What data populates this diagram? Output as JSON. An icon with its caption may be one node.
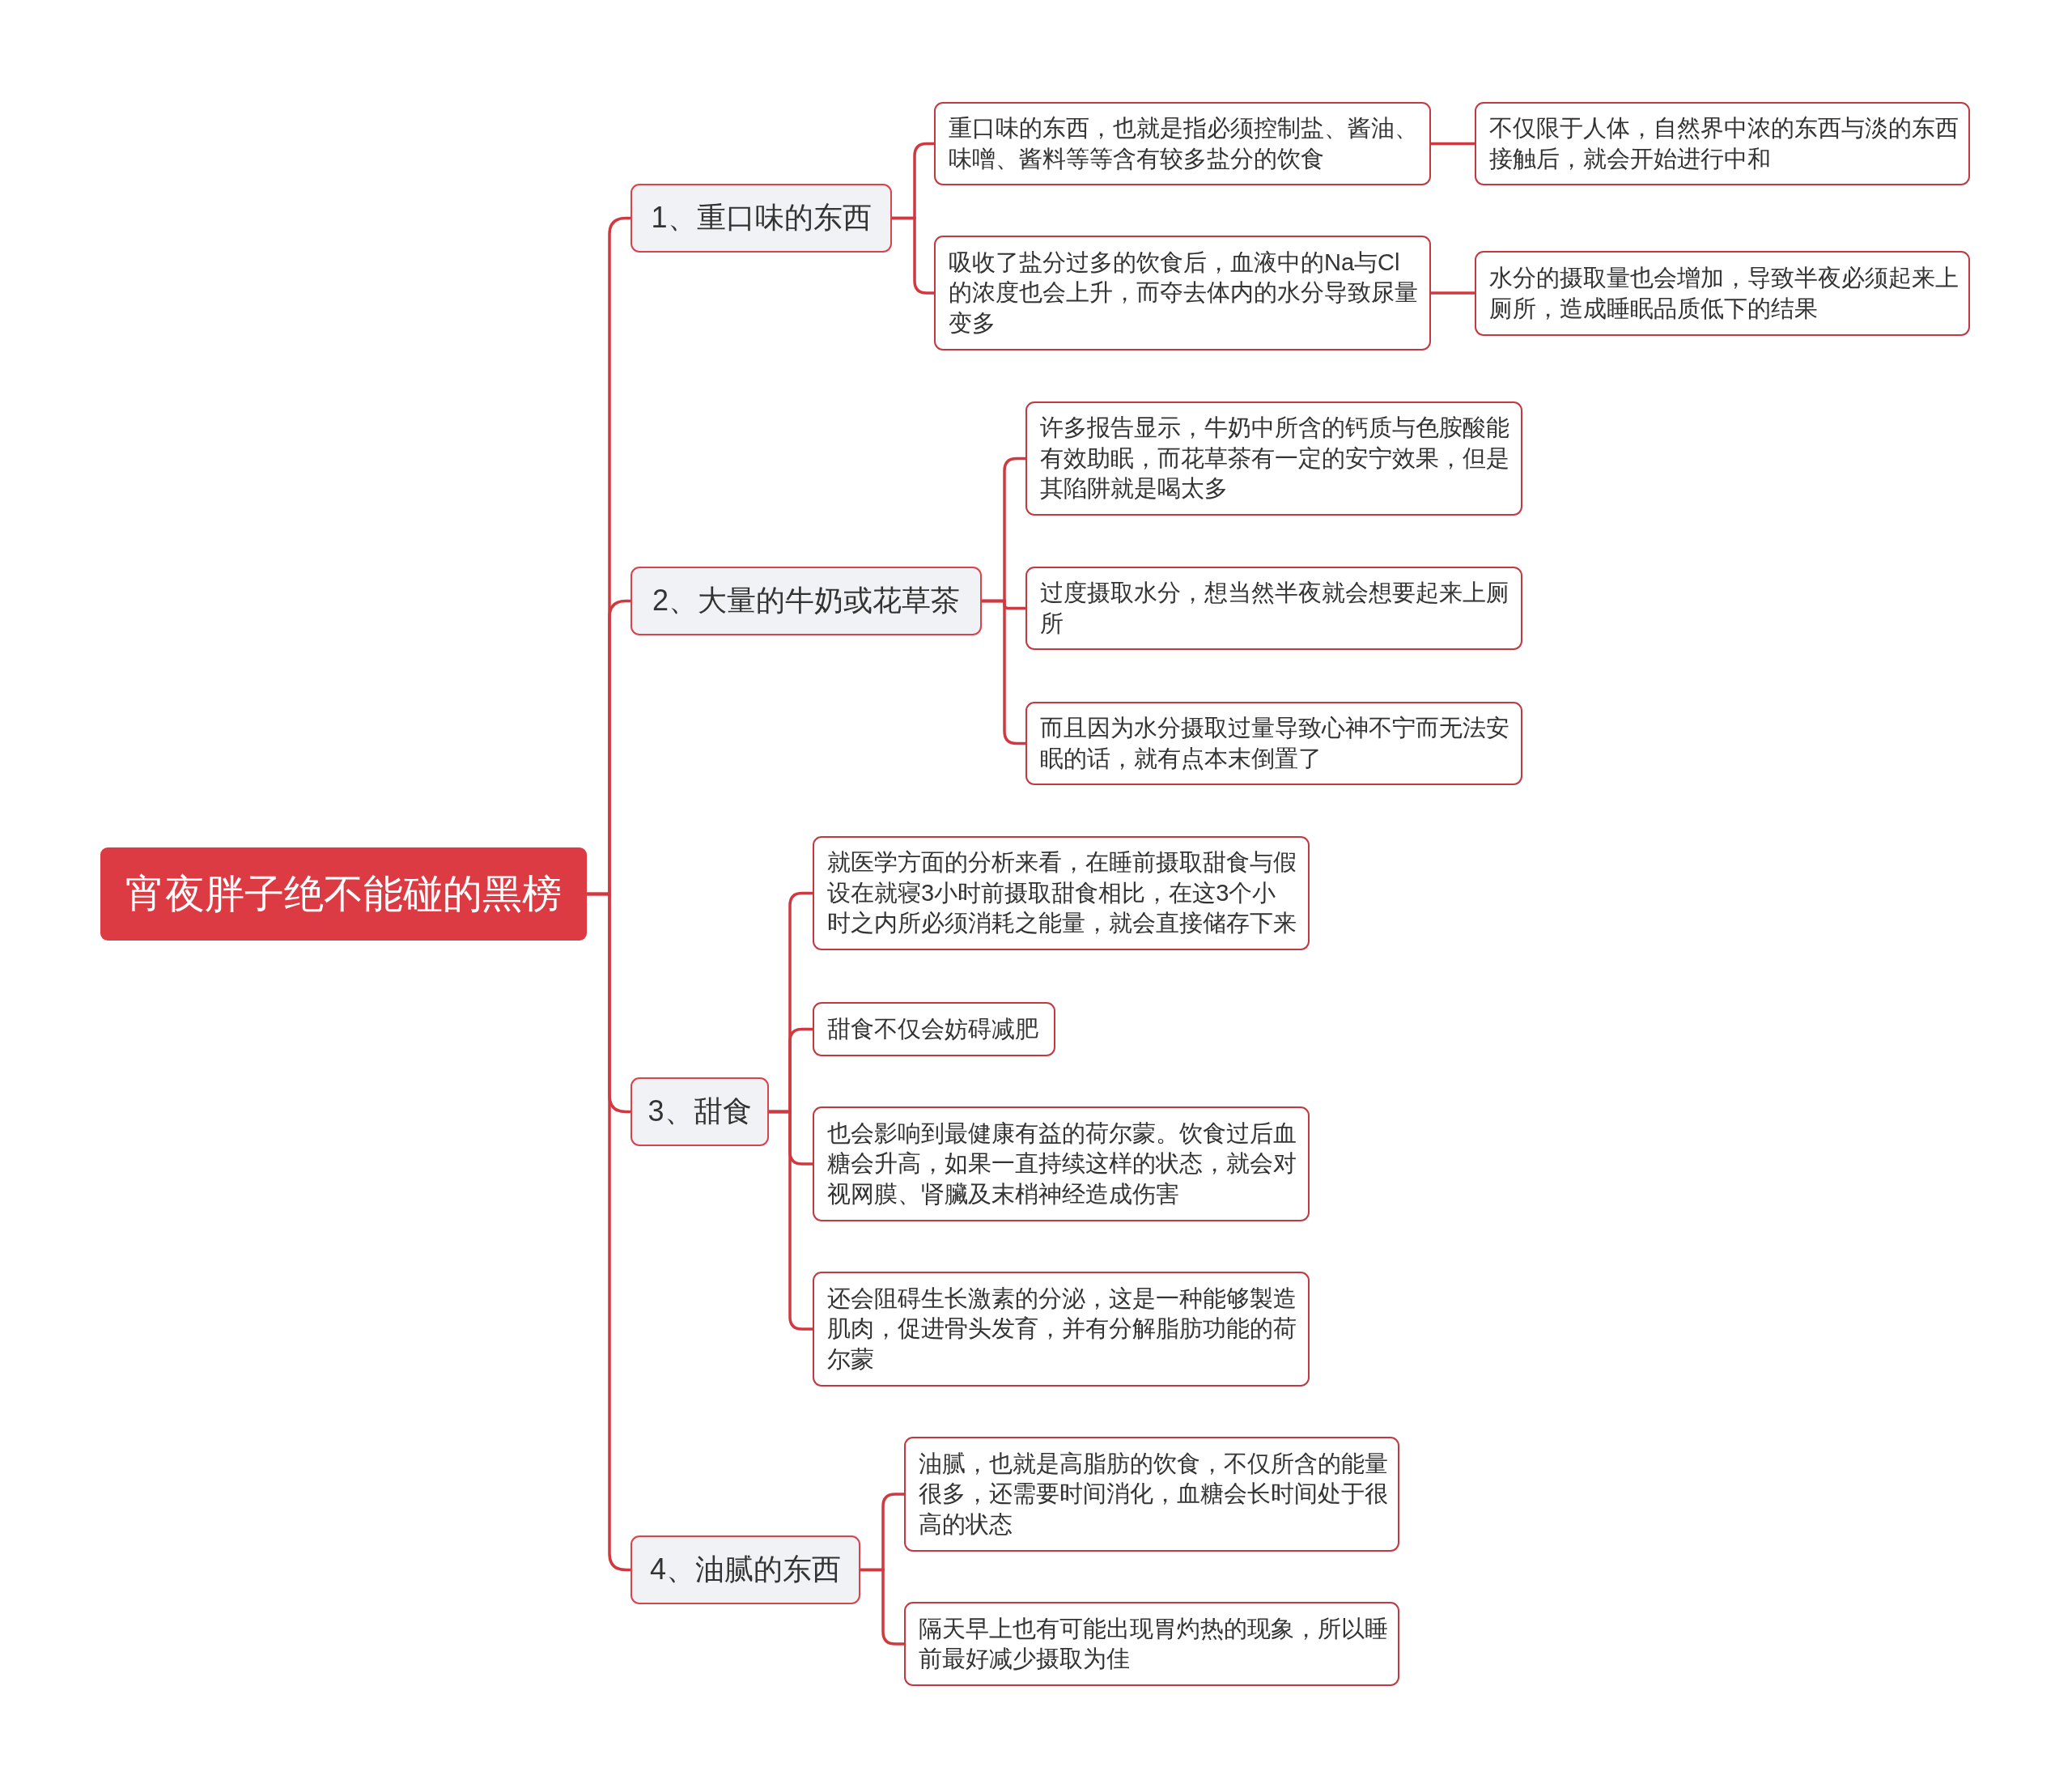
{
  "diagram": {
    "nodes": [
      {
        "text": [
          "宵夜胖子绝不能碰的黑榜"
        ]
      },
      {
        "text": [
          "1、重口味的东西"
        ]
      },
      {
        "text": [
          "重口味的东西，也就是指必须控制盐、酱油、味噌、酱料等等含有较多盐分的饮食"
        ]
      },
      {
        "text": [
          "不仅限于人体，自然界中浓的东西与淡的东西接触后，就会开始进行中和"
        ]
      },
      {
        "text": [
          "吸收了盐分过多的饮食后，血液中的Na与Cl的浓度也会上升，而夺去体内的水分导致尿量变多"
        ]
      },
      {
        "text": [
          "水分的摄取量也会增加，导致半夜必须起来上厕所，造成睡眠品质低下的结果"
        ]
      },
      {
        "text": [
          "2、大量的牛奶或花草茶"
        ]
      },
      {
        "text": [
          "许多报告显示，牛奶中所含的钙质与色胺酸能有效助眠，而花草茶有一定的安宁效果，但是其陷阱就是喝太多"
        ]
      },
      {
        "text": [
          "过度摄取水分，想当然半夜就会想要起来上厕所"
        ]
      },
      {
        "text": [
          "而且因为水分摄取过量导致心神不宁而无法安眠的话，就有点本末倒置了"
        ]
      },
      {
        "text": [
          "3、甜食"
        ]
      },
      {
        "text": [
          "就医学方面的分析来看，在睡前摄取甜食与假设在就寝3小时前摄取甜食相比，在这3个小时之内所必须消耗之能量，就会直接储存下来"
        ]
      },
      {
        "text": [
          "甜食不仅会妨碍减肥"
        ]
      },
      {
        "text": [
          "也会影响到最健康有益的荷尔蒙。饮食过后血糖会升高，如果一直持续这样的状态，就会对视网膜、肾臟及末梢神经造成伤害"
        ]
      },
      {
        "text": [
          "还会阻碍生长激素的分泌，这是一种能够製造肌肉，促进骨头发育，并有分解脂肪功能的荷尔蒙"
        ]
      },
      {
        "text": [
          "4、油腻的东西"
        ]
      },
      {
        "text": [
          "油腻，也就是高脂肪的饮食，不仅所含的能量很多，还需要时间消化，血糖会长时间处于很高的状态"
        ]
      },
      {
        "text": [
          "隔天早上也有可能出现胃灼热的现象，所以睡前最好减少摄取为佳"
        ]
      }
    ],
    "edges": [
      {
        "from": 0,
        "to": 1,
        "arrow": "none"
      },
      {
        "from": 0,
        "to": 6,
        "arrow": "none"
      },
      {
        "from": 0,
        "to": 10,
        "arrow": "none"
      },
      {
        "from": 0,
        "to": 15,
        "arrow": "none"
      },
      {
        "from": 1,
        "to": 2,
        "arrow": "none"
      },
      {
        "from": 1,
        "to": 4,
        "arrow": "none"
      },
      {
        "from": 2,
        "to": 3,
        "arrow": "none"
      },
      {
        "from": 4,
        "to": 5,
        "arrow": "none"
      },
      {
        "from": 6,
        "to": 7,
        "arrow": "none"
      },
      {
        "from": 6,
        "to": 8,
        "arrow": "none"
      },
      {
        "from": 6,
        "to": 9,
        "arrow": "none"
      },
      {
        "from": 10,
        "to": 11,
        "arrow": "none"
      },
      {
        "from": 10,
        "to": 12,
        "arrow": "none"
      },
      {
        "from": 10,
        "to": 13,
        "arrow": "none"
      },
      {
        "from": 10,
        "to": 14,
        "arrow": "none"
      },
      {
        "from": 15,
        "to": 16,
        "arrow": "none"
      },
      {
        "from": 15,
        "to": 17,
        "arrow": "none"
      }
    ]
  }
}
